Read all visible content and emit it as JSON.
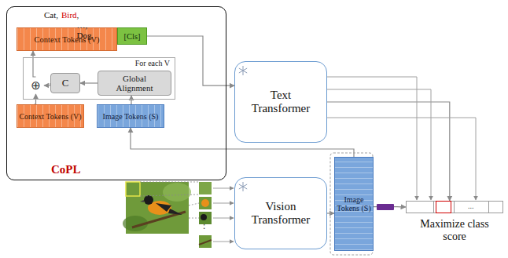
{
  "diagram": {
    "nodes": [
      {
        "text": [
          "CoPL"
        ]
      },
      {
        "text": [
          "Context Tokens (V)"
        ],
        "in": 0
      },
      {
        "text": [
          "[Cls]"
        ],
        "in": 0
      },
      {
        "text": [
          "For each V"
        ],
        "in": 0
      },
      {
        "text": [
          "⊕"
        ],
        "in": 3
      },
      {
        "text": [
          "C"
        ],
        "in": 3
      },
      {
        "text": [
          "Global Alignment"
        ],
        "in": 3
      },
      {
        "text": [
          "Context Tokens (V)"
        ],
        "in": 0
      },
      {
        "text": [
          "Image Tokens (S)"
        ],
        "in": 0
      },
      {
        "text": [
          "Text Transformer"
        ]
      },
      {
        "text": [
          "Vision Transformer"
        ]
      },
      {
        "text": [
          "Image Tokens (S)"
        ]
      },
      {
        "text": [
          "...",
          "Maximize class score"
        ]
      }
    ],
    "edges": [
      {
        "from": 2,
        "to": 9,
        "arrow": "to"
      },
      {
        "from": 9,
        "to": 12,
        "arrow": "to"
      },
      {
        "from": 10,
        "to": 11,
        "arrow": "to"
      },
      {
        "from": 11,
        "to": 12,
        "arrow": "to"
      },
      {
        "from": 11,
        "to": 8,
        "arrow": "to"
      },
      {
        "from": 7,
        "to": 4,
        "arrow": "to"
      },
      {
        "from": 5,
        "to": 4,
        "arrow": "to"
      },
      {
        "from": 6,
        "to": 5,
        "arrow": "to"
      },
      {
        "from": 8,
        "to": 6,
        "arrow": "to"
      },
      {
        "from": 4,
        "to": 1,
        "arrow": "to"
      }
    ],
    "labels": [
      "Cat,",
      "Bird",
      ", …, Dog",
      ":"
    ]
  }
}
